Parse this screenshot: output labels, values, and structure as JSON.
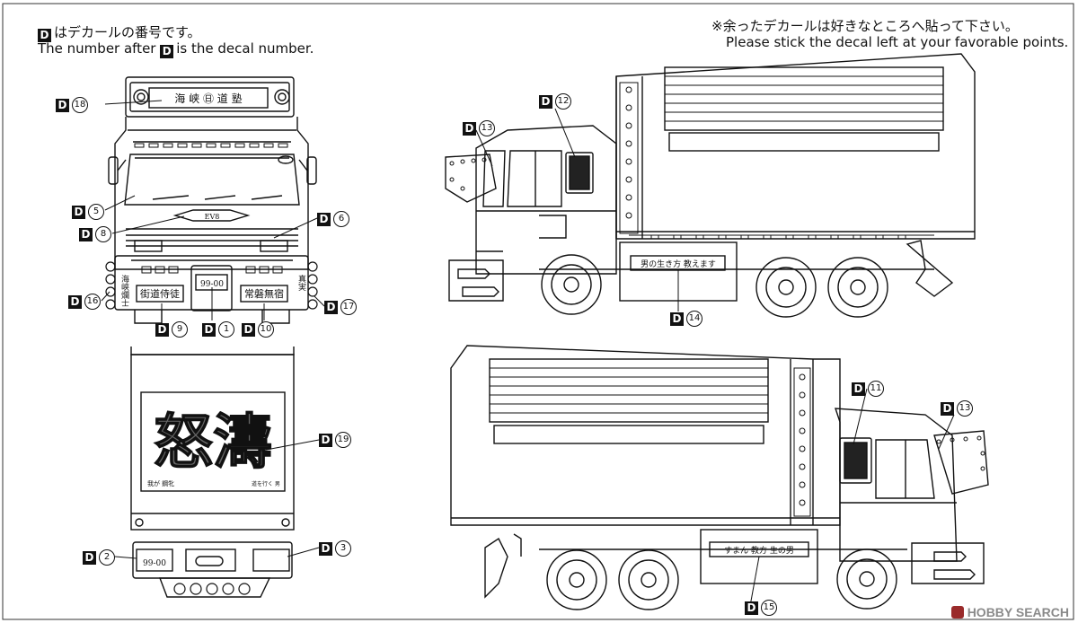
{
  "header_left": {
    "badge": "D",
    "line1": "はデカールの番号です。",
    "line2_pre": "The number after",
    "line2_post": "is the decal number."
  },
  "header_right": {
    "line1": "※余ったデカールは好きなところへ貼って下さい。",
    "line2": "Please stick the decal left at your favorable points."
  },
  "callouts": [
    {
      "id": "c18",
      "badge": "D",
      "num": "18"
    },
    {
      "id": "c5",
      "badge": "D",
      "num": "5"
    },
    {
      "id": "c8",
      "badge": "D",
      "num": "8"
    },
    {
      "id": "c6",
      "badge": "D",
      "num": "6"
    },
    {
      "id": "c16",
      "badge": "D",
      "num": "16"
    },
    {
      "id": "c17",
      "badge": "D",
      "num": "17"
    },
    {
      "id": "c9",
      "badge": "D",
      "num": "9"
    },
    {
      "id": "c1",
      "badge": "D",
      "num": "1"
    },
    {
      "id": "c10",
      "badge": "D",
      "num": "10"
    },
    {
      "id": "c19",
      "badge": "D",
      "num": "19"
    },
    {
      "id": "c2",
      "badge": "D",
      "num": "2"
    },
    {
      "id": "c3",
      "badge": "D",
      "num": "3"
    },
    {
      "id": "c13a",
      "badge": "D",
      "num": "13"
    },
    {
      "id": "c12",
      "badge": "D",
      "num": "12"
    },
    {
      "id": "c14",
      "badge": "D",
      "num": "14"
    },
    {
      "id": "c11",
      "badge": "D",
      "num": "11"
    },
    {
      "id": "c13b",
      "badge": "D",
      "num": "13"
    },
    {
      "id": "c15",
      "badge": "D",
      "num": "15"
    }
  ],
  "decals": {
    "front_top": "海 峡 ㊐ 道 塾",
    "plate_front": "99-00",
    "front_left_plate": "街道侍徒",
    "front_right_plate": "常磐無宿",
    "side_left_vertical": "海峡爛士",
    "side_right_vertical": "真実",
    "rear_main": "怒濤",
    "rear_small_left": "我が 鋼牝",
    "rear_small_right": "道を行く 男",
    "plate_rear": "99-00",
    "side_panel_right": "男の生き方 教えます",
    "side_panel_left": "すまん 教方 生の男"
  },
  "watermark": {
    "text": "HOBBY SEARCH",
    "icon": "hobby-search-logo-icon",
    "color": "#8a8a8a",
    "accent": "#9a2b2b"
  }
}
